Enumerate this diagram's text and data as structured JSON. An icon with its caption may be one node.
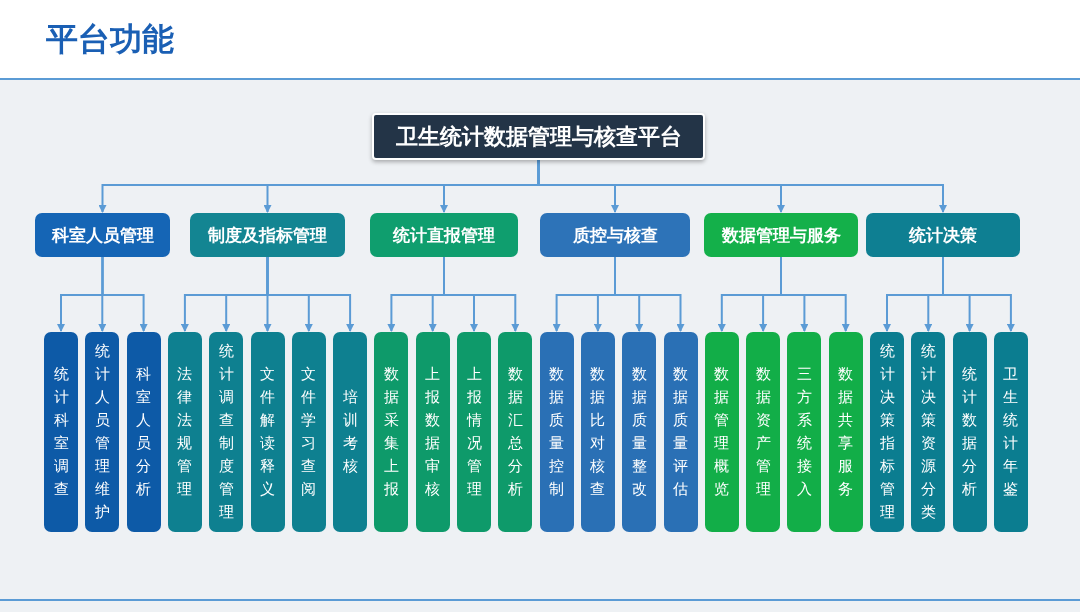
{
  "diagram": {
    "title": "平台功能",
    "nodes": [
      {
        "text": [
          "卫生统计数据管理与核查平台"
        ]
      },
      {
        "text": [
          "科室人员管理"
        ]
      },
      {
        "text": [
          "制度及指标管理"
        ]
      },
      {
        "text": [
          "统计直报管理"
        ]
      },
      {
        "text": [
          "质控与核查"
        ]
      },
      {
        "text": [
          "数据管理与服务"
        ]
      },
      {
        "text": [
          "统计决策"
        ]
      },
      {
        "text": [
          "统计科室调查"
        ]
      },
      {
        "text": [
          "统计人员管理维护"
        ]
      },
      {
        "text": [
          "科室人员分析"
        ]
      },
      {
        "text": [
          "法律法规管理"
        ]
      },
      {
        "text": [
          "统计调查制度管理"
        ]
      },
      {
        "text": [
          "文件解读释义"
        ]
      },
      {
        "text": [
          "文件学习查阅"
        ]
      },
      {
        "text": [
          "培训考核"
        ]
      },
      {
        "text": [
          "数据采集上报"
        ]
      },
      {
        "text": [
          "上报数据审核"
        ]
      },
      {
        "text": [
          "上报情况管理"
        ]
      },
      {
        "text": [
          "数据汇总分析"
        ]
      },
      {
        "text": [
          "数据质量控制"
        ]
      },
      {
        "text": [
          "数据比对核查"
        ]
      },
      {
        "text": [
          "数据质量整改"
        ]
      },
      {
        "text": [
          "数据质量评估"
        ]
      },
      {
        "text": [
          "数据管理概览"
        ]
      },
      {
        "text": [
          "数据资产管理"
        ]
      },
      {
        "text": [
          "三方系统接入"
        ]
      },
      {
        "text": [
          "数据共享服务"
        ]
      },
      {
        "text": [
          "统计决策指标管理"
        ]
      },
      {
        "text": [
          "统计决策资源分类"
        ]
      },
      {
        "text": [
          "统计数据分析"
        ]
      },
      {
        "text": [
          "卫生统计年鉴"
        ]
      }
    ],
    "edges": [
      {
        "from": 0,
        "to": 1,
        "arrow": "to"
      },
      {
        "from": 0,
        "to": 2,
        "arrow": "to"
      },
      {
        "from": 0,
        "to": 3,
        "arrow": "to"
      },
      {
        "from": 0,
        "to": 4,
        "arrow": "to"
      },
      {
        "from": 0,
        "to": 5,
        "arrow": "to"
      },
      {
        "from": 0,
        "to": 6,
        "arrow": "to"
      },
      {
        "from": 1,
        "to": 7,
        "arrow": "to"
      },
      {
        "from": 1,
        "to": 8,
        "arrow": "to"
      },
      {
        "from": 1,
        "to": 9,
        "arrow": "to"
      },
      {
        "from": 2,
        "to": 10,
        "arrow": "to"
      },
      {
        "from": 2,
        "to": 11,
        "arrow": "to"
      },
      {
        "from": 2,
        "to": 12,
        "arrow": "to"
      },
      {
        "from": 2,
        "to": 13,
        "arrow": "to"
      },
      {
        "from": 2,
        "to": 14,
        "arrow": "to"
      },
      {
        "from": 3,
        "to": 15,
        "arrow": "to"
      },
      {
        "from": 3,
        "to": 16,
        "arrow": "to"
      },
      {
        "from": 3,
        "to": 17,
        "arrow": "to"
      },
      {
        "from": 3,
        "to": 18,
        "arrow": "to"
      },
      {
        "from": 4,
        "to": 19,
        "arrow": "to"
      },
      {
        "from": 4,
        "to": 20,
        "arrow": "to"
      },
      {
        "from": 4,
        "to": 21,
        "arrow": "to"
      },
      {
        "from": 4,
        "to": 22,
        "arrow": "to"
      },
      {
        "from": 5,
        "to": 23,
        "arrow": "to"
      },
      {
        "from": 5,
        "to": 24,
        "arrow": "to"
      },
      {
        "from": 5,
        "to": 25,
        "arrow": "to"
      },
      {
        "from": 5,
        "to": 26,
        "arrow": "to"
      },
      {
        "from": 6,
        "to": 27,
        "arrow": "to"
      },
      {
        "from": 6,
        "to": 28,
        "arrow": "to"
      },
      {
        "from": 6,
        "to": 29,
        "arrow": "to"
      },
      {
        "from": 6,
        "to": 30,
        "arrow": "to"
      }
    ]
  }
}
